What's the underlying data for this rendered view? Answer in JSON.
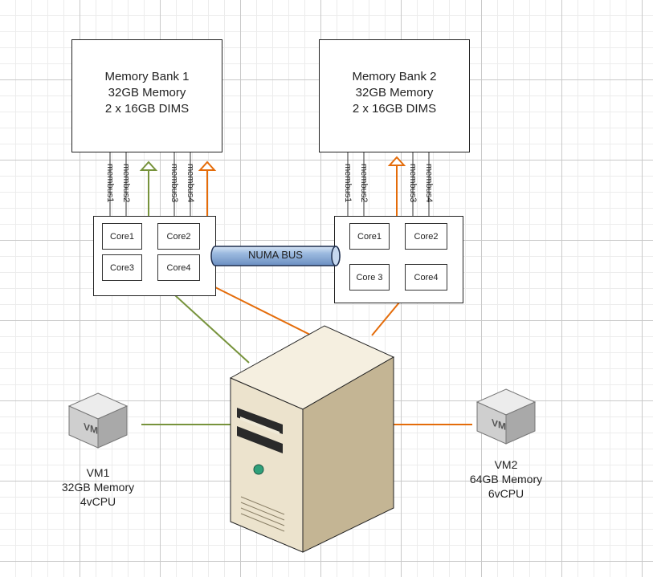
{
  "memory_banks": [
    {
      "title": "Memory Bank 1",
      "memory": "32GB Memory",
      "dims": "2 x 16GB DIMS",
      "membus": [
        "membus1",
        "membus2",
        "membus3",
        "membus4"
      ]
    },
    {
      "title": "Memory Bank 2",
      "memory": "32GB Memory",
      "dims": "2 x 16GB DIMS",
      "membus": [
        "membus1",
        "membus2",
        "membus3",
        "membus4"
      ]
    }
  ],
  "cpus": [
    {
      "cores": [
        "Core1",
        "Core2",
        "Core3",
        "Core4"
      ]
    },
    {
      "cores": [
        "Core1",
        "Core2",
        "Core 3",
        "Core4"
      ]
    }
  ],
  "numa_bus": {
    "label": "NUMA BUS"
  },
  "vms": [
    {
      "icon_text": "VM",
      "name": "VM1",
      "memory": "32GB Memory",
      "cpu": "4vCPU"
    },
    {
      "icon_text": "VM",
      "name": "VM2",
      "memory": "64GB Memory",
      "cpu": "6vCPU"
    }
  ],
  "colors": {
    "green": "#77933c",
    "orange": "#e46c0a",
    "server_front": "#ece3cd",
    "server_side": "#c4b594"
  }
}
